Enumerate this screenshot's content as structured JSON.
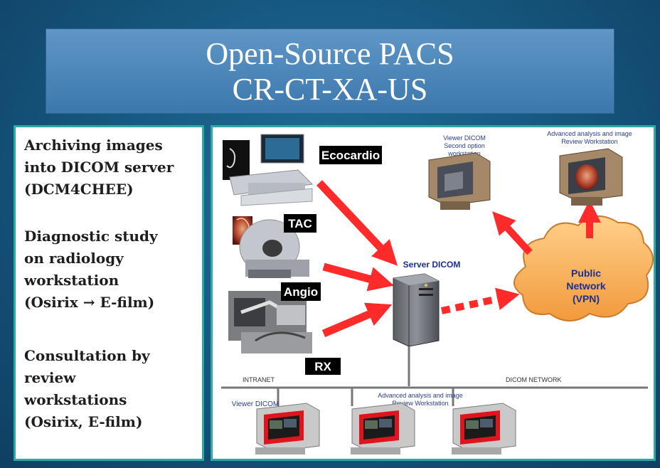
{
  "title": {
    "line1": "Open-Source PACS",
    "line2": "CR-CT-XA-US"
  },
  "bullets": [
    "Archiving images\ninto DICOM server\n(DCM4CHEE)",
    "Diagnostic study\non radiology\nworkstation\n(Osirix → E-film)",
    "Consultation by\nreview\nworkstations\n(Osirix, E-film)"
  ],
  "diagram": {
    "modalities": {
      "ecocardio": "Ecocardio",
      "tac": "TAC",
      "angio": "Angio",
      "rx": "RX"
    },
    "server_label": "Server DICOM",
    "cloud_label": [
      "Public",
      "Network",
      "(VPN)"
    ],
    "remote_viewer_label": [
      "Viewer DICOM",
      "Second option",
      "workstation"
    ],
    "remote_advanced_label": [
      "Advanced analysis and image",
      "Review Workstation"
    ],
    "intranet_label": "INTRANET",
    "dicom_network_label": "DICOM NETWORK",
    "local_viewer_label": "Viewer DICOM",
    "local_advanced_label": [
      "Advanced analysis and image",
      "Review Workstation"
    ]
  },
  "colors": {
    "slide_background": "#175a82",
    "panel_border": "#2aa9a6",
    "arrow": "#ff2a2a",
    "cloud_fill": "#f7b25e",
    "server_label": "#1b2f8f",
    "label_box": "#000000"
  }
}
